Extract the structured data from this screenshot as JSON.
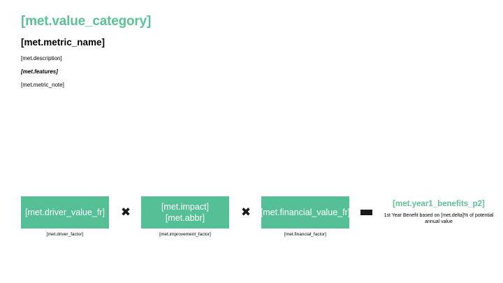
{
  "header": {
    "value_category": "[met.value_category]",
    "metric_name": "[met.metric_name]",
    "description": "[met.description]",
    "features": "[met.features]",
    "metric_note": "[met.metric_note]"
  },
  "colors": {
    "brand_green": "#55C096",
    "title_green": "#5BC295",
    "operator_black": "#1A1A1A",
    "background": "#FFFFFF"
  },
  "formula": {
    "nodes": [
      {
        "id": "driver",
        "label": "[met.driver_value_fr]",
        "caption": "[met.driver_factor]"
      },
      {
        "id": "impact",
        "label": "[met.impact] [met.abbr]",
        "caption": "[met.improvement_factor]"
      },
      {
        "id": "financial",
        "label": "[met.financial_value_fr]",
        "caption": "[met.financial_factor]"
      }
    ],
    "operators": [
      {
        "id": "times-1",
        "symbol": "✖",
        "icon": "multiply-icon"
      },
      {
        "id": "times-2",
        "symbol": "✖",
        "icon": "multiply-icon"
      },
      {
        "id": "equals-1",
        "symbol": "–",
        "icon": "equals-icon"
      }
    ],
    "result": {
      "title": "[met.year1_benefits_p2]",
      "subtext": "1st Year Benefit based on [met.delta]% of potential annual value"
    }
  }
}
